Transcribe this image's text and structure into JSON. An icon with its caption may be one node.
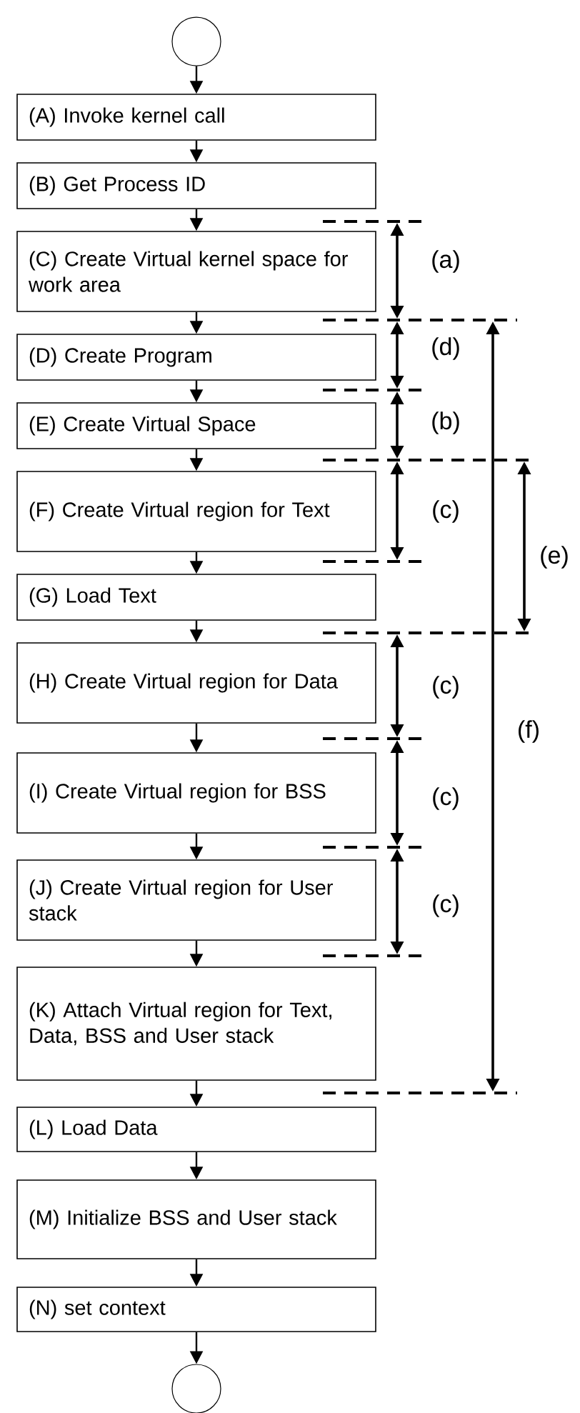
{
  "diagram": {
    "nodes": [
      {
        "text": [],
        "shape": "circle"
      },
      {
        "text": [
          "(A) Invoke kernel call"
        ]
      },
      {
        "text": [
          "(B) Get Process ID"
        ]
      },
      {
        "text": [
          "(C) Create Virtual kernel space for work area"
        ]
      },
      {
        "text": [
          "(D) Create Program"
        ]
      },
      {
        "text": [
          "(E) Create Virtual Space"
        ]
      },
      {
        "text": [
          "(F) Create Virtual region for Text"
        ]
      },
      {
        "text": [
          "(G) Load Text"
        ]
      },
      {
        "text": [
          "(H) Create Virtual region for Data"
        ]
      },
      {
        "text": [
          "(I) Create Virtual region for BSS"
        ]
      },
      {
        "text": [
          "(J) Create Virtual region for User stack"
        ]
      },
      {
        "text": [
          "(K) Attach Virtual region for Text, Data, BSS and User stack"
        ]
      },
      {
        "text": [
          "(L) Load Data"
        ]
      },
      {
        "text": [
          "(M) Initialize BSS and User stack"
        ]
      },
      {
        "text": [
          "(N) set context"
        ]
      },
      {
        "text": [],
        "shape": "circle"
      }
    ],
    "edges": [
      {
        "from": 0,
        "to": 1,
        "arrow": "to"
      },
      {
        "from": 1,
        "to": 2,
        "arrow": "to"
      },
      {
        "from": 2,
        "to": 3,
        "arrow": "to"
      },
      {
        "from": 3,
        "to": 4,
        "arrow": "to"
      },
      {
        "from": 4,
        "to": 5,
        "arrow": "to"
      },
      {
        "from": 5,
        "to": 6,
        "arrow": "to"
      },
      {
        "from": 6,
        "to": 7,
        "arrow": "to"
      },
      {
        "from": 7,
        "to": 8,
        "arrow": "to"
      },
      {
        "from": 8,
        "to": 9,
        "arrow": "to"
      },
      {
        "from": 9,
        "to": 10,
        "arrow": "to"
      },
      {
        "from": 10,
        "to": 11,
        "arrow": "to"
      },
      {
        "from": 11,
        "to": 12,
        "arrow": "to"
      },
      {
        "from": 12,
        "to": 13,
        "arrow": "to"
      },
      {
        "from": 13,
        "to": 14,
        "arrow": "to"
      },
      {
        "from": 14,
        "to": 15,
        "arrow": "to"
      }
    ],
    "labels": [
      "(a)",
      "(d)",
      "(b)",
      "(c)",
      "(e)",
      "(c)",
      "(f)",
      "(c)",
      "(c)"
    ]
  }
}
